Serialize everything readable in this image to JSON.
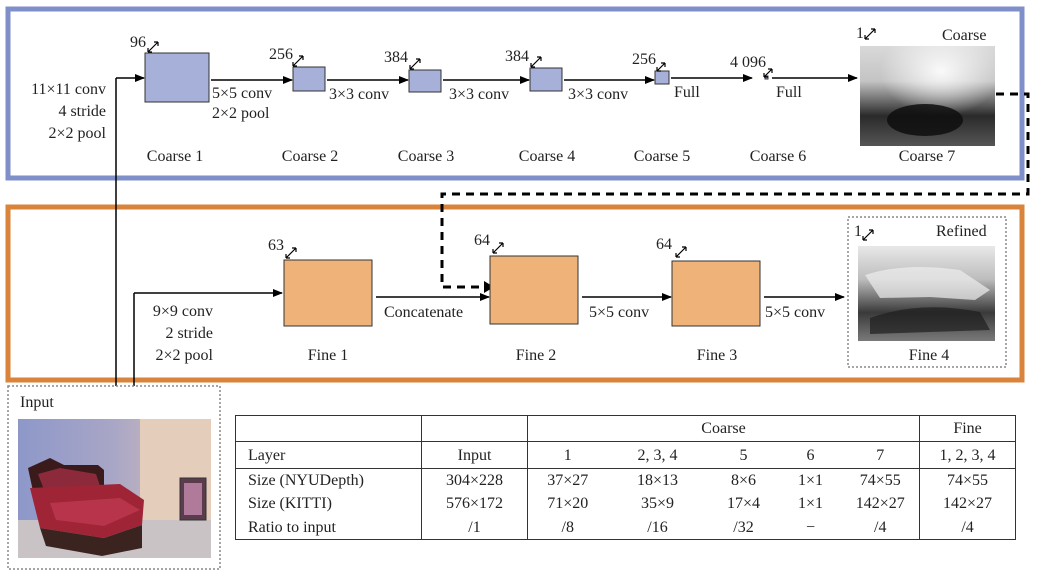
{
  "colors": {
    "coarse_frame": "#7f8fc9",
    "fine_frame": "#d9843a",
    "coarse_block": "#a6b0d9",
    "fine_block": "#efb37a"
  },
  "coarse": {
    "input_op": [
      "11×11 conv",
      "4 stride",
      "2×2 pool"
    ],
    "layers": [
      {
        "label": "Coarse 1",
        "depth": "96"
      },
      {
        "label": "Coarse 2",
        "depth": "256"
      },
      {
        "label": "Coarse 3",
        "depth": "384"
      },
      {
        "label": "Coarse 4",
        "depth": "384"
      },
      {
        "label": "Coarse 5",
        "depth": "256"
      },
      {
        "label": "Coarse 6",
        "depth": "4 096"
      },
      {
        "label": "Coarse 7",
        "depth": "1"
      }
    ],
    "ops": [
      [
        "5×5 conv",
        "2×2 pool"
      ],
      [
        "3×3 conv"
      ],
      [
        "3×3 conv"
      ],
      [
        "3×3 conv"
      ],
      [
        "Full"
      ],
      [
        "Full"
      ]
    ],
    "output_tag": "Coarse"
  },
  "fine": {
    "input_op": [
      "9×9 conv",
      "2 stride",
      "2×2 pool"
    ],
    "layers": [
      {
        "label": "Fine 1",
        "depth": "63"
      },
      {
        "label": "Fine 2",
        "depth": "64"
      },
      {
        "label": "Fine 3",
        "depth": "64"
      },
      {
        "label": "Fine 4",
        "depth": "1"
      }
    ],
    "ops": [
      "Concatenate",
      "5×5 conv",
      "5×5 conv"
    ],
    "output_tag": "Refined"
  },
  "input_label": "Input",
  "table": {
    "group_headers": {
      "coarse": "Coarse",
      "fine": "Fine"
    },
    "columns": [
      "Layer",
      "Input",
      "1",
      "2, 3, 4",
      "5",
      "6",
      "7",
      "1, 2, 3, 4"
    ],
    "rows": [
      [
        "Size (NYUDepth)",
        "304×228",
        "37×27",
        "18×13",
        "8×6",
        "1×1",
        "74×55",
        "74×55"
      ],
      [
        "Size (KITTI)",
        "576×172",
        "71×20",
        "35×9",
        "17×4",
        "1×1",
        "142×27",
        "142×27"
      ],
      [
        "Ratio to input",
        "/1",
        "/8",
        "/16",
        "/32",
        "−",
        "/4",
        "/4"
      ]
    ]
  }
}
